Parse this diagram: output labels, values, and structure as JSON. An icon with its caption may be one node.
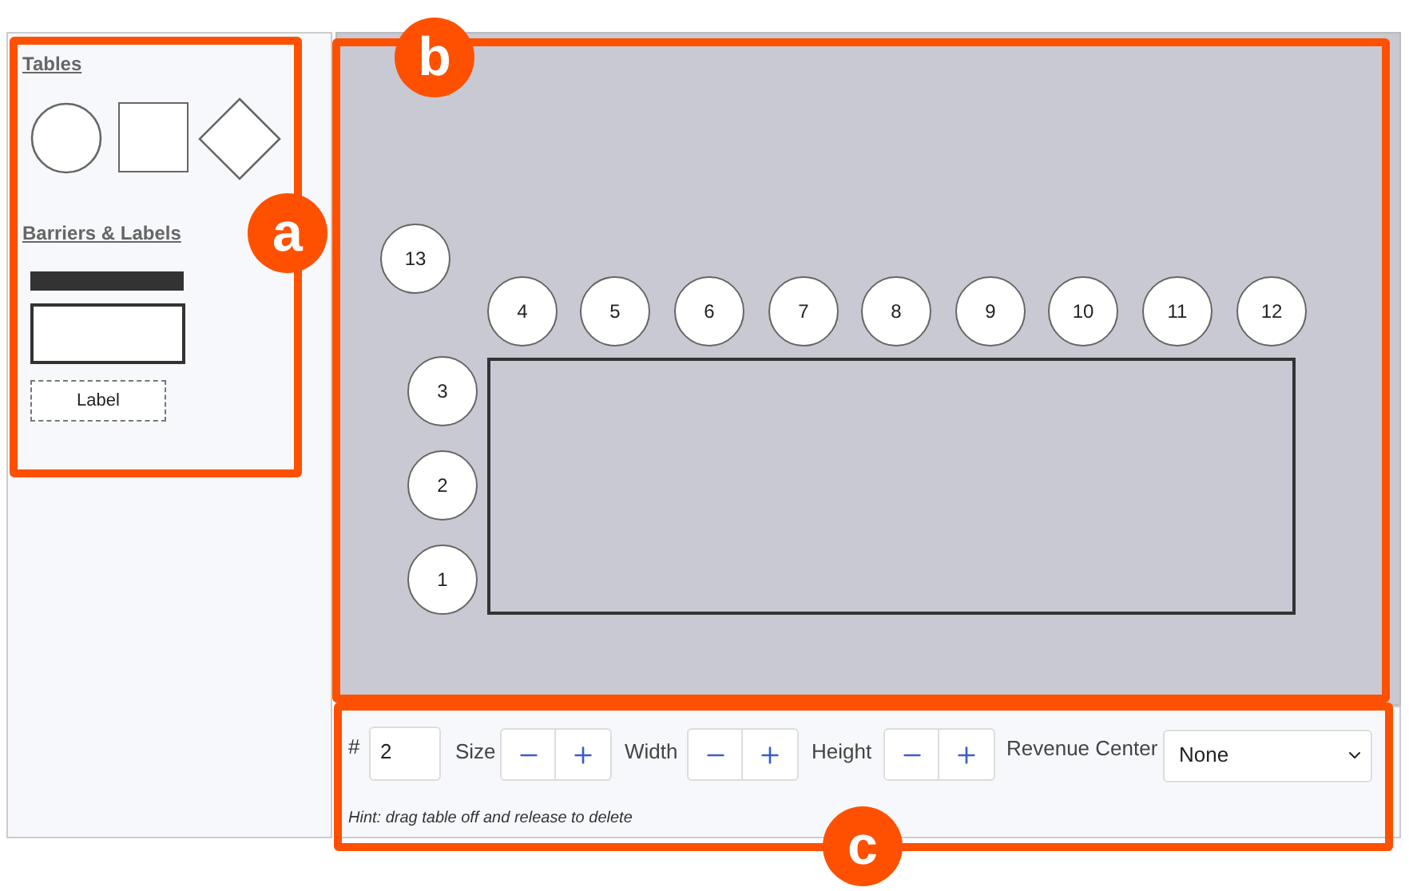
{
  "diagram": {
    "nodes": [
      {
        "text": [
          "a"
        ]
      },
      {
        "text": [],
        "shape": "circle",
        "in": 0
      },
      {
        "text": [],
        "shape": "box",
        "in": 0
      },
      {
        "text": [],
        "shape": "diamond",
        "in": 0
      },
      {
        "text": [],
        "shape": "bar",
        "in": 0
      },
      {
        "text": [],
        "shape": "box",
        "in": 0
      },
      {
        "text": [
          "Label"
        ],
        "in": 0
      },
      {
        "text": [
          "b"
        ]
      },
      {
        "text": [
          "13"
        ],
        "in": 7
      },
      {
        "text": [
          "4"
        ],
        "in": 7
      },
      {
        "text": [
          "5"
        ],
        "in": 7
      },
      {
        "text": [
          "6"
        ],
        "in": 7
      },
      {
        "text": [
          "7"
        ],
        "in": 7
      },
      {
        "text": [
          "8"
        ],
        "in": 7
      },
      {
        "text": [
          "9"
        ],
        "in": 7
      },
      {
        "text": [
          "10"
        ],
        "in": 7
      },
      {
        "text": [
          "11"
        ],
        "in": 7
      },
      {
        "text": [
          "12"
        ],
        "in": 7
      },
      {
        "text": [
          "3"
        ],
        "in": 7
      },
      {
        "text": [],
        "shape": "box",
        "in": 7
      },
      {
        "text": [
          "2"
        ],
        "in": 7
      },
      {
        "text": [
          "1"
        ],
        "in": 7
      },
      {
        "text": [
          "c"
        ]
      }
    ],
    "edges": [],
    "labels": [
      "Tables",
      "Barriers & Labels",
      "#",
      "2",
      "Size",
      "Width",
      "Height",
      "Revenue Center",
      "None",
      "Hint: drag table off and release to delete"
    ]
  }
}
